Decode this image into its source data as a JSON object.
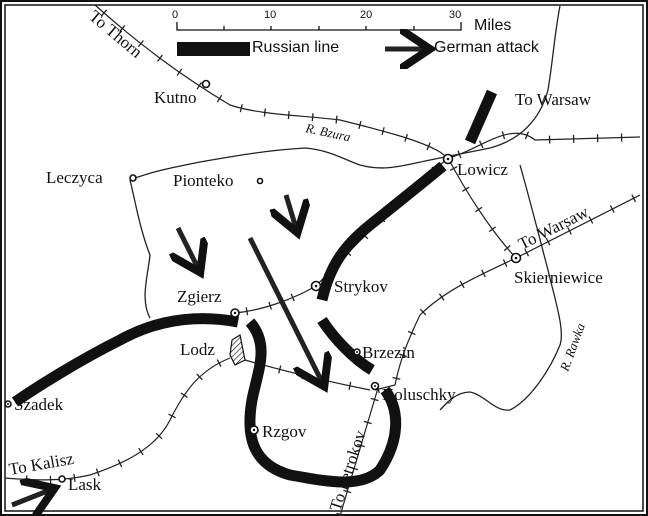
{
  "scale": {
    "ticks": [
      "0",
      "10",
      "20",
      "30"
    ],
    "unit": "Miles"
  },
  "legend": {
    "russian_line": "Russian line",
    "german_attack": "German attack"
  },
  "routes": {
    "to_thorn": "To Thorn",
    "to_warsaw_north": "To Warsaw",
    "to_warsaw_east": "To Warsaw",
    "to_kalisz": "To Kalisz",
    "to_petrokov": "To Petrokov"
  },
  "rivers": {
    "bzura": "R. Bzura",
    "rawka": "R. Rawka"
  },
  "towns": {
    "kutno": "Kutno",
    "leczyca": "Leczyca",
    "pionteko": "Pionteko",
    "lowicz": "Lowicz",
    "strykov": "Strykov",
    "skierniewice": "Skierniewice",
    "zgierz": "Zgierz",
    "lodz": "Lodz",
    "brzezin": "Brzezin",
    "koluschky": "Koluschky",
    "szadek": "Szadek",
    "rzgov": "Rzgov",
    "lask": "Lask"
  },
  "colors": {
    "ink": "#111111",
    "paper": "#ffffff"
  }
}
